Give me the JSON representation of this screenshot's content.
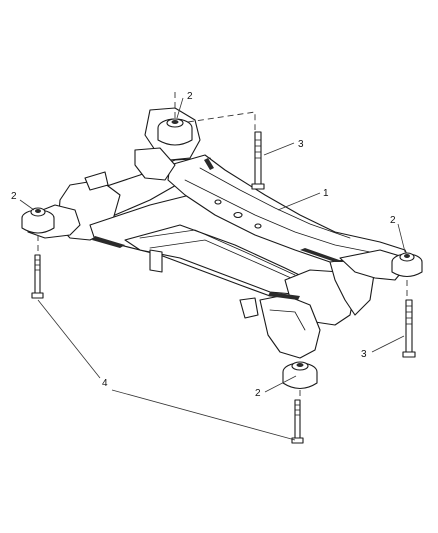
{
  "diagram": {
    "callouts": [
      {
        "id": "c2_top_left_mount",
        "label": "2"
      },
      {
        "id": "c2_left_mount",
        "label": "2"
      },
      {
        "id": "c2_right_mount",
        "label": "2"
      },
      {
        "id": "c2_bottom_mount",
        "label": "2"
      },
      {
        "id": "c3_top_bolt",
        "label": "3"
      },
      {
        "id": "c3_right_bolt",
        "label": "3"
      },
      {
        "id": "c1_crossmember",
        "label": "1"
      },
      {
        "id": "c4_bolts",
        "label": "4"
      }
    ]
  }
}
